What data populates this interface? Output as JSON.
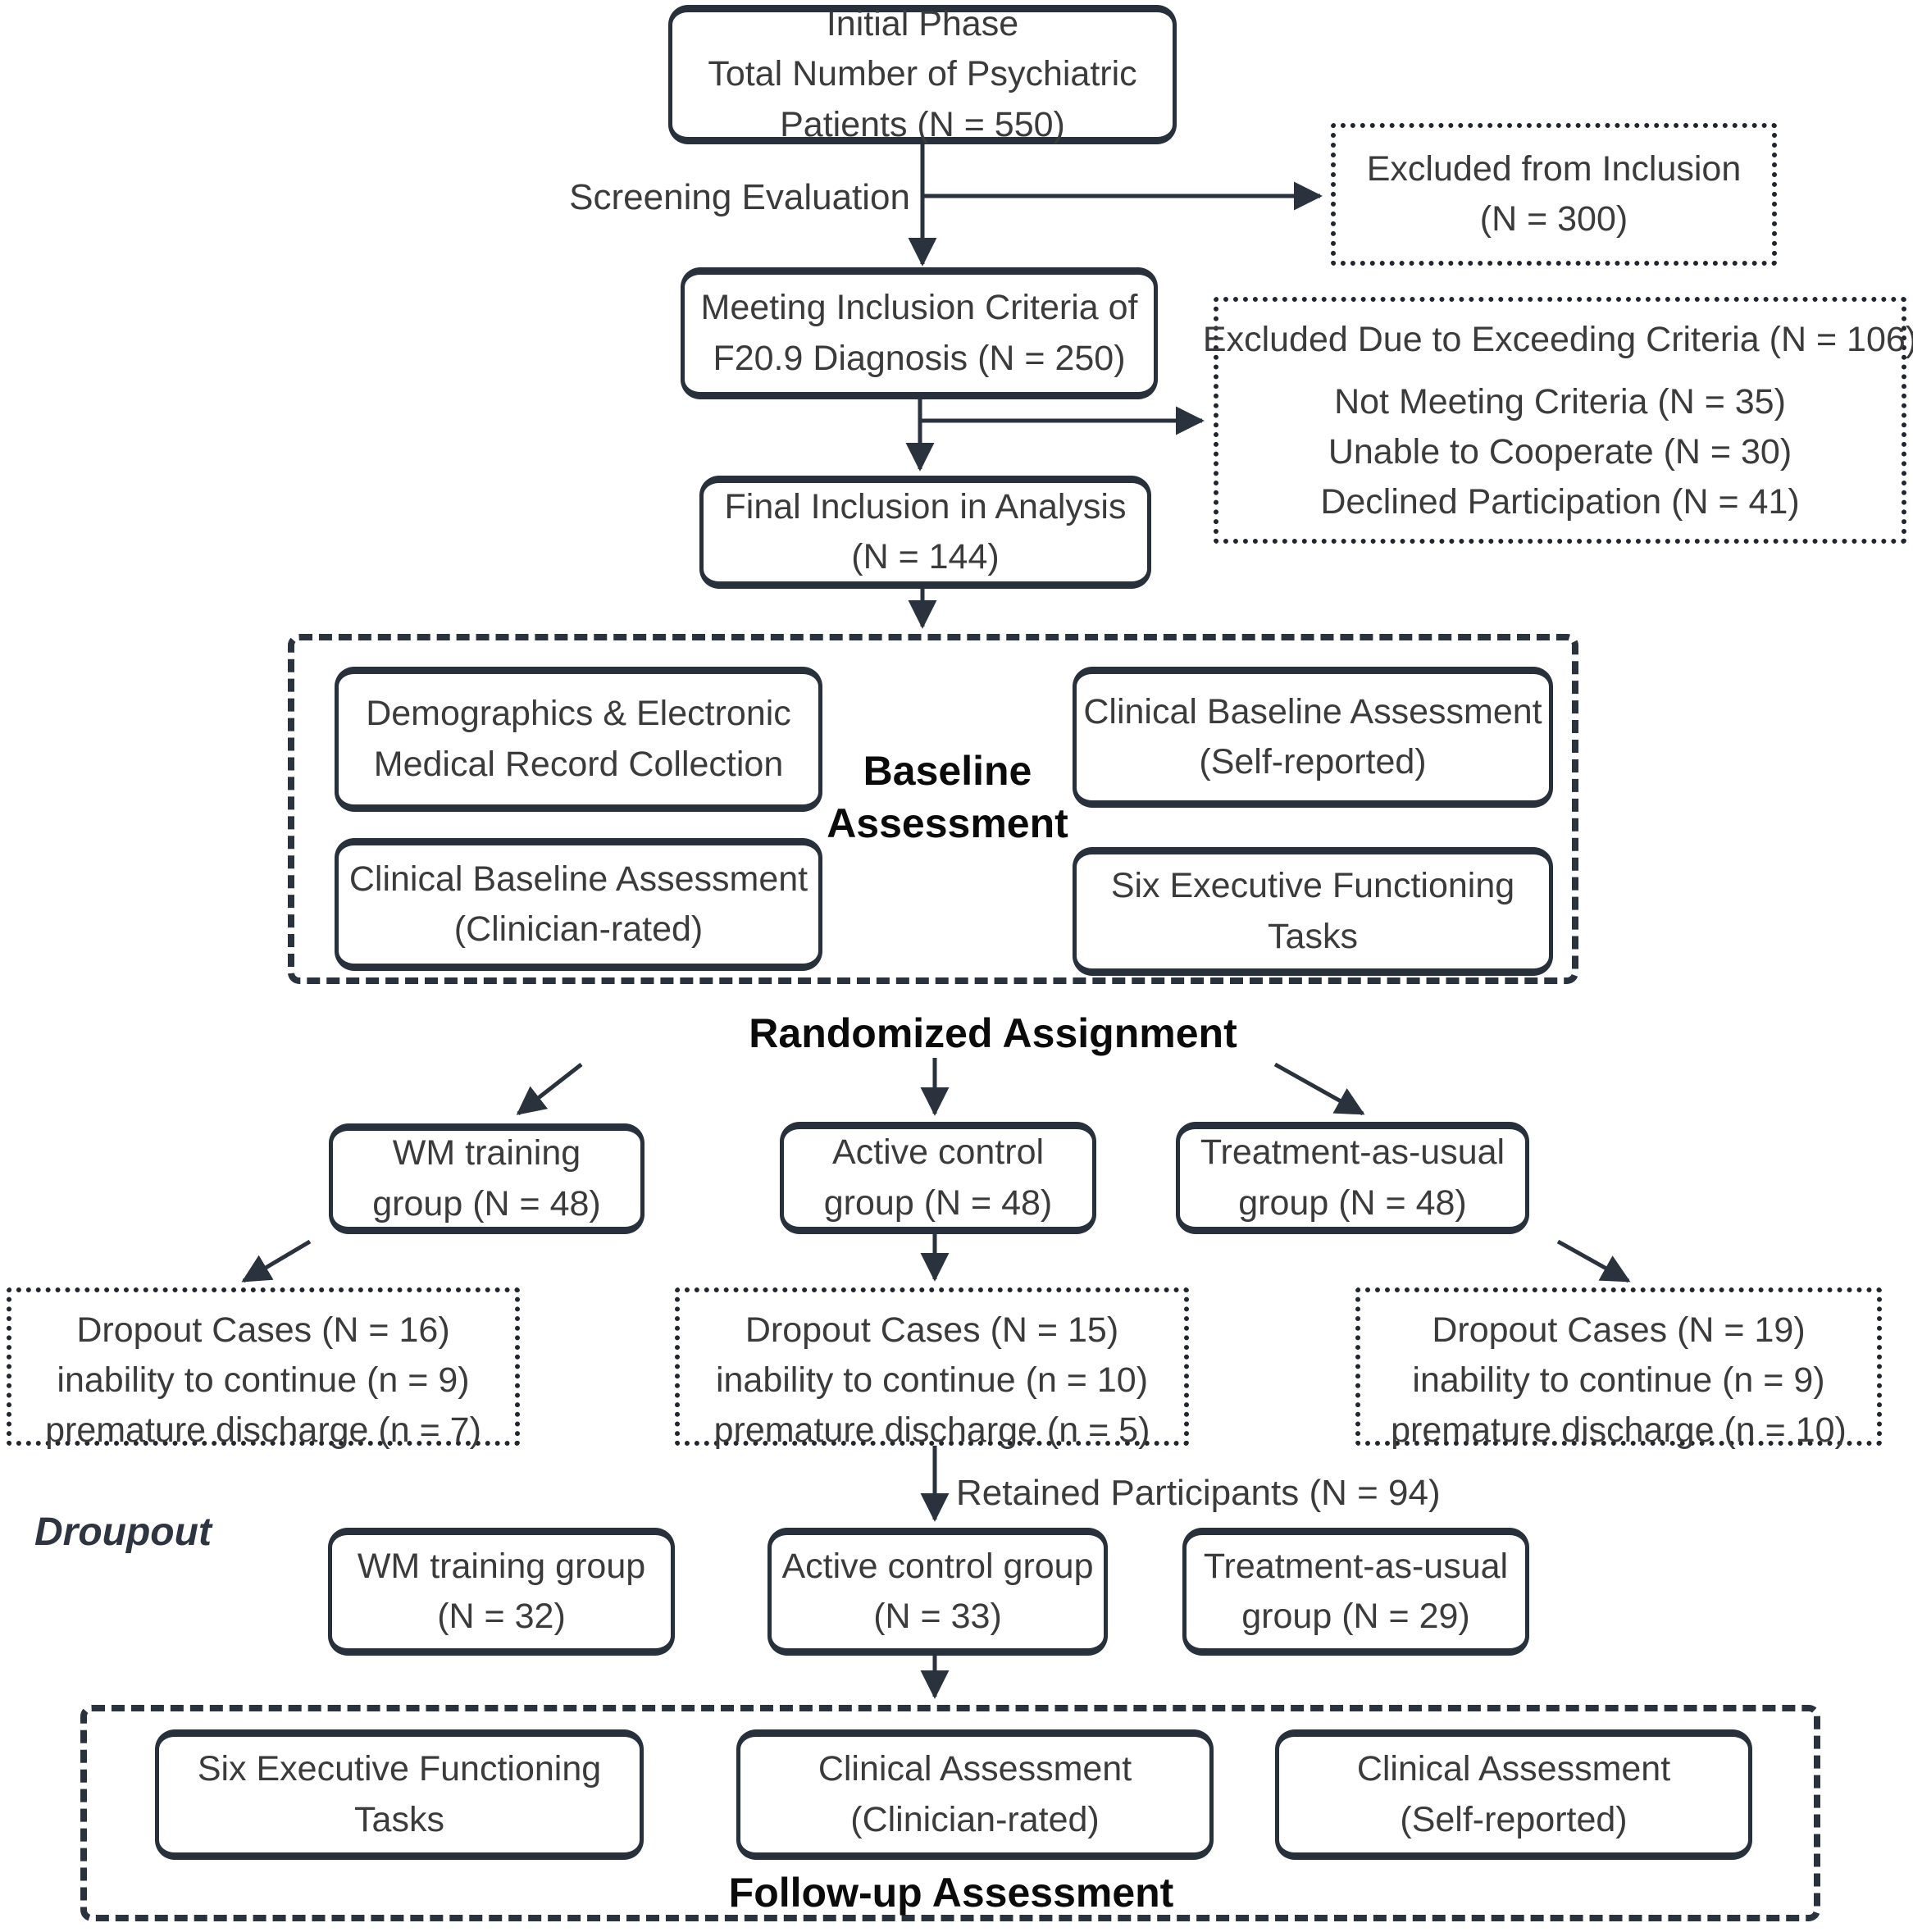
{
  "colors": {
    "ink": "#2a323e",
    "text": "#3b3b3b",
    "label_black": "#0b0b0b",
    "background": "#ffffff"
  },
  "top": {
    "initial": [
      "Initial Phase",
      "Total Number of Psychiatric",
      "Patients (N = 550)"
    ],
    "screening_label": "Screening Evaluation",
    "excluded_inclusion": [
      "Excluded from Inclusion",
      "(N = 300)"
    ],
    "meeting": [
      "Meeting Inclusion Criteria of",
      "F20.9 Diagnosis (N = 250)"
    ],
    "excluded_exceeding": {
      "title": "Excluded Due to Exceeding Criteria (N = 106)",
      "details": [
        "Not Meeting Criteria (N = 35)",
        "Unable to Cooperate (N = 30)",
        "Declined Participation (N = 41)"
      ]
    },
    "final": [
      "Final Inclusion in Analysis",
      "(N = 144)"
    ]
  },
  "baseline": {
    "label": [
      "Baseline",
      "Assessment"
    ],
    "demographics": [
      "Demographics & Electronic",
      "Medical Record Collection"
    ],
    "self_reported": [
      "Clinical Baseline Assessment",
      "(Self-reported)"
    ],
    "clinician_rated": [
      "Clinical Baseline Assessment",
      "(Clinician-rated)"
    ],
    "six_tasks": [
      "Six Executive Functioning",
      "Tasks"
    ]
  },
  "randomized_label": "Randomized Assignment",
  "groups": {
    "wm": [
      "WM training",
      "group (N = 48)"
    ],
    "active": [
      "Active control",
      "group (N = 48)"
    ],
    "tau": [
      "Treatment-as-usual",
      "group (N = 48)"
    ]
  },
  "dropout": {
    "side_label": "Droupout",
    "wm": {
      "title": "Dropout Cases (N = 16)",
      "details": [
        "inability to continue (n = 9)",
        "premature discharge (n = 7)"
      ]
    },
    "active": {
      "title": "Dropout Cases (N = 15)",
      "details": [
        "inability to continue (n = 10)",
        "premature discharge (n = 5)"
      ]
    },
    "tau": {
      "title": "Dropout Cases (N = 19)",
      "details": [
        "inability to continue (n = 9)",
        "premature discharge (n = 10)"
      ]
    }
  },
  "retained": {
    "label": "Retained Participants (N = 94)",
    "wm": [
      "WM training group",
      "(N = 32)"
    ],
    "active": [
      "Active control group",
      "(N = 33)"
    ],
    "tau": [
      "Treatment-as-usual",
      "group (N = 29)"
    ]
  },
  "followup": {
    "label": "Follow-up Assessment",
    "six_tasks": [
      "Six Executive Functioning",
      "Tasks"
    ],
    "clinician": [
      "Clinical Assessment",
      "(Clinician-rated)"
    ],
    "self_reported": [
      "Clinical Assessment",
      "(Self-reported)"
    ]
  }
}
